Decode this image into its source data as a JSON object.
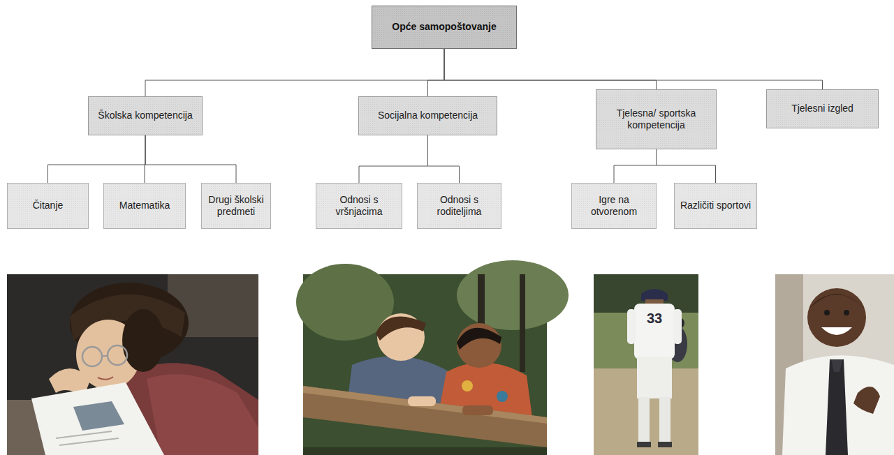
{
  "diagram": {
    "nodes": [
      {
        "text": [
          "Opće samopoštovanje"
        ]
      },
      {
        "text": [
          "Školska kompetencija"
        ]
      },
      {
        "text": [
          "Socijalna kompetencija"
        ]
      },
      {
        "text": [
          "Tjelesna/ sportska kompetencija"
        ]
      },
      {
        "text": [
          "Tjelesni izgled"
        ]
      },
      {
        "text": [
          "Čitanje"
        ]
      },
      {
        "text": [
          "Matematika"
        ]
      },
      {
        "text": [
          "Drugi školski predmeti"
        ]
      },
      {
        "text": [
          "Odnosi s vršnjacima"
        ]
      },
      {
        "text": [
          "Odnosi s roditeljima"
        ]
      },
      {
        "text": [
          "Igre na otvorenom"
        ]
      },
      {
        "text": [
          "Različiti sportovi"
        ]
      }
    ],
    "edges": [
      {
        "from": 0,
        "to": 1,
        "arrow": "none"
      },
      {
        "from": 0,
        "to": 2,
        "arrow": "none"
      },
      {
        "from": 0,
        "to": 3,
        "arrow": "none"
      },
      {
        "from": 0,
        "to": 4,
        "arrow": "none"
      },
      {
        "from": 1,
        "to": 5,
        "arrow": "none"
      },
      {
        "from": 1,
        "to": 6,
        "arrow": "none"
      },
      {
        "from": 1,
        "to": 7,
        "arrow": "none"
      },
      {
        "from": 2,
        "to": 8,
        "arrow": "none"
      },
      {
        "from": 2,
        "to": 9,
        "arrow": "none"
      },
      {
        "from": 3,
        "to": 10,
        "arrow": "none"
      },
      {
        "from": 3,
        "to": 11,
        "arrow": "none"
      }
    ],
    "labels": [
      "33"
    ]
  }
}
